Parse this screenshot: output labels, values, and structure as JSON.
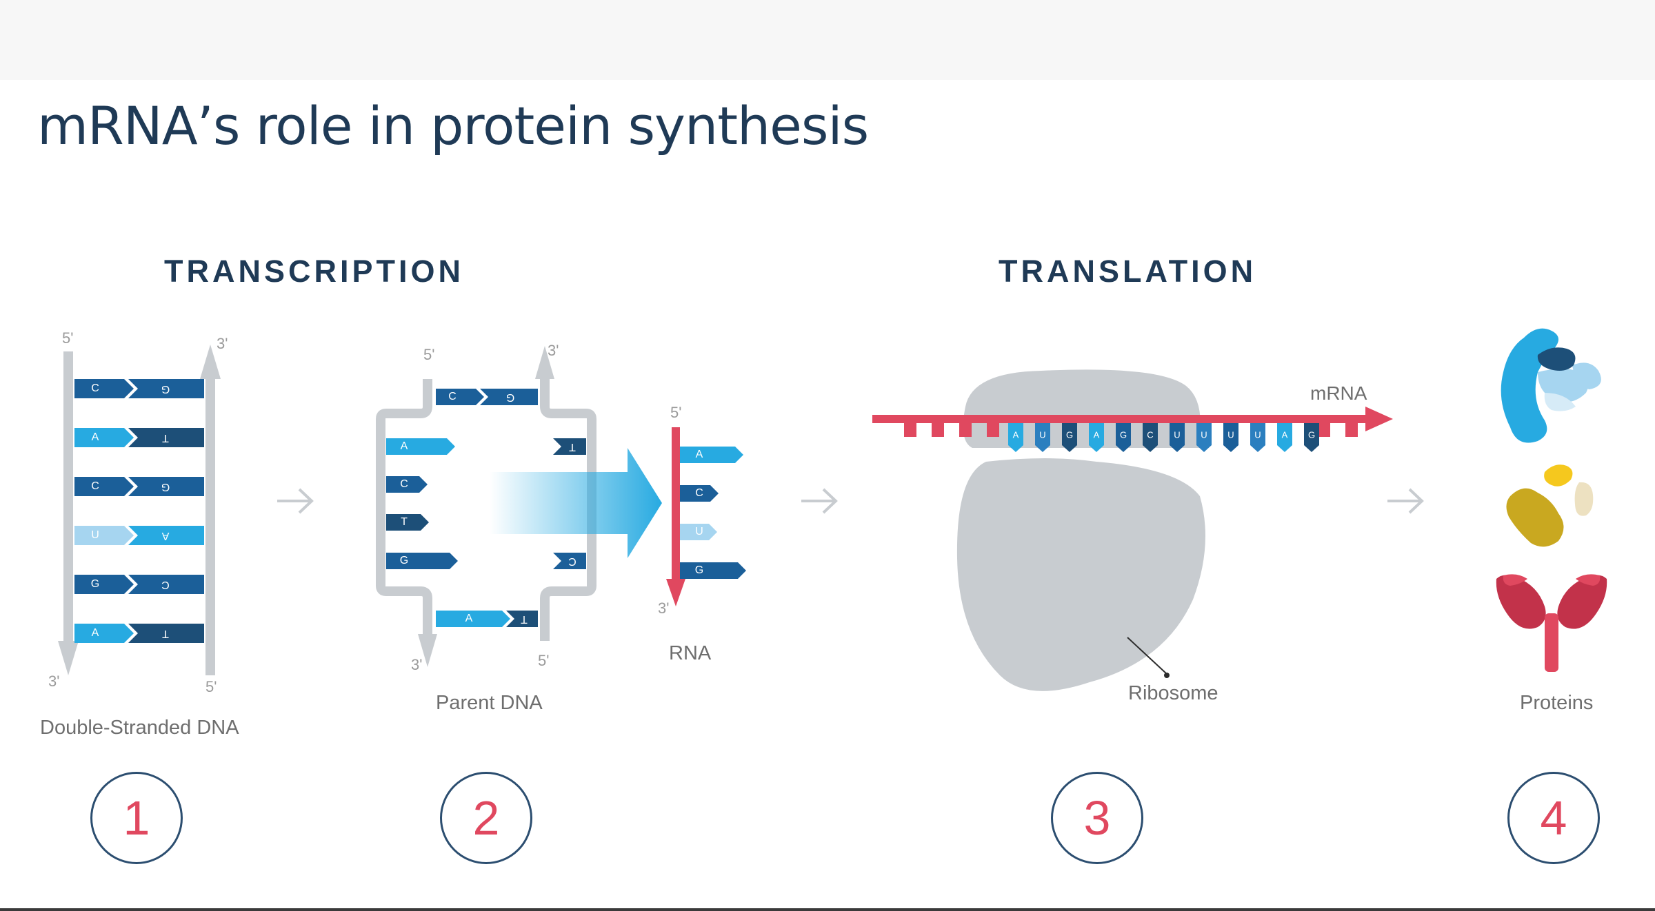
{
  "header": {
    "title": "mRNA’s role in protein synthesis"
  },
  "sections": {
    "transcription": "TRANSCRIPTION",
    "translation": "TRANSLATION"
  },
  "labels": {
    "double_stranded_dna": "Double-Stranded DNA",
    "parent_dna": "Parent DNA",
    "rna": "RNA",
    "mrna": "mRNA",
    "ribosome": "Ribosome",
    "proteins": "Proteins",
    "five_prime": "5'",
    "three_prime": "3'"
  },
  "dna_pairs": [
    {
      "left": "C",
      "right": "G"
    },
    {
      "left": "A",
      "right": "T"
    },
    {
      "left": "C",
      "right": "G"
    },
    {
      "left": "U",
      "right": "A"
    },
    {
      "left": "G",
      "right": "C"
    },
    {
      "left": "A",
      "right": "T"
    }
  ],
  "parent_dna_top": {
    "left": "C",
    "right": "G"
  },
  "parent_dna_left": [
    "A",
    "C",
    "T",
    "G"
  ],
  "parent_dna_right": [
    "T",
    "C"
  ],
  "parent_dna_bottom": {
    "left": "A",
    "right": "T"
  },
  "rna_bases": [
    "A",
    "C",
    "U",
    "G"
  ],
  "mrna_codons": [
    "A",
    "U",
    "G",
    "A",
    "G",
    "C",
    "U",
    "U",
    "U",
    "U",
    "A",
    "G"
  ],
  "steps": [
    "1",
    "2",
    "3",
    "4"
  ],
  "colors": {
    "dark_blue": "#1b5f99",
    "light_blue": "#27aae1",
    "pale_blue": "#a6d5f0",
    "navy": "#1d4f78",
    "red": "#e0485f",
    "gray": "#c8ccd0",
    "title": "#1f3a56"
  }
}
